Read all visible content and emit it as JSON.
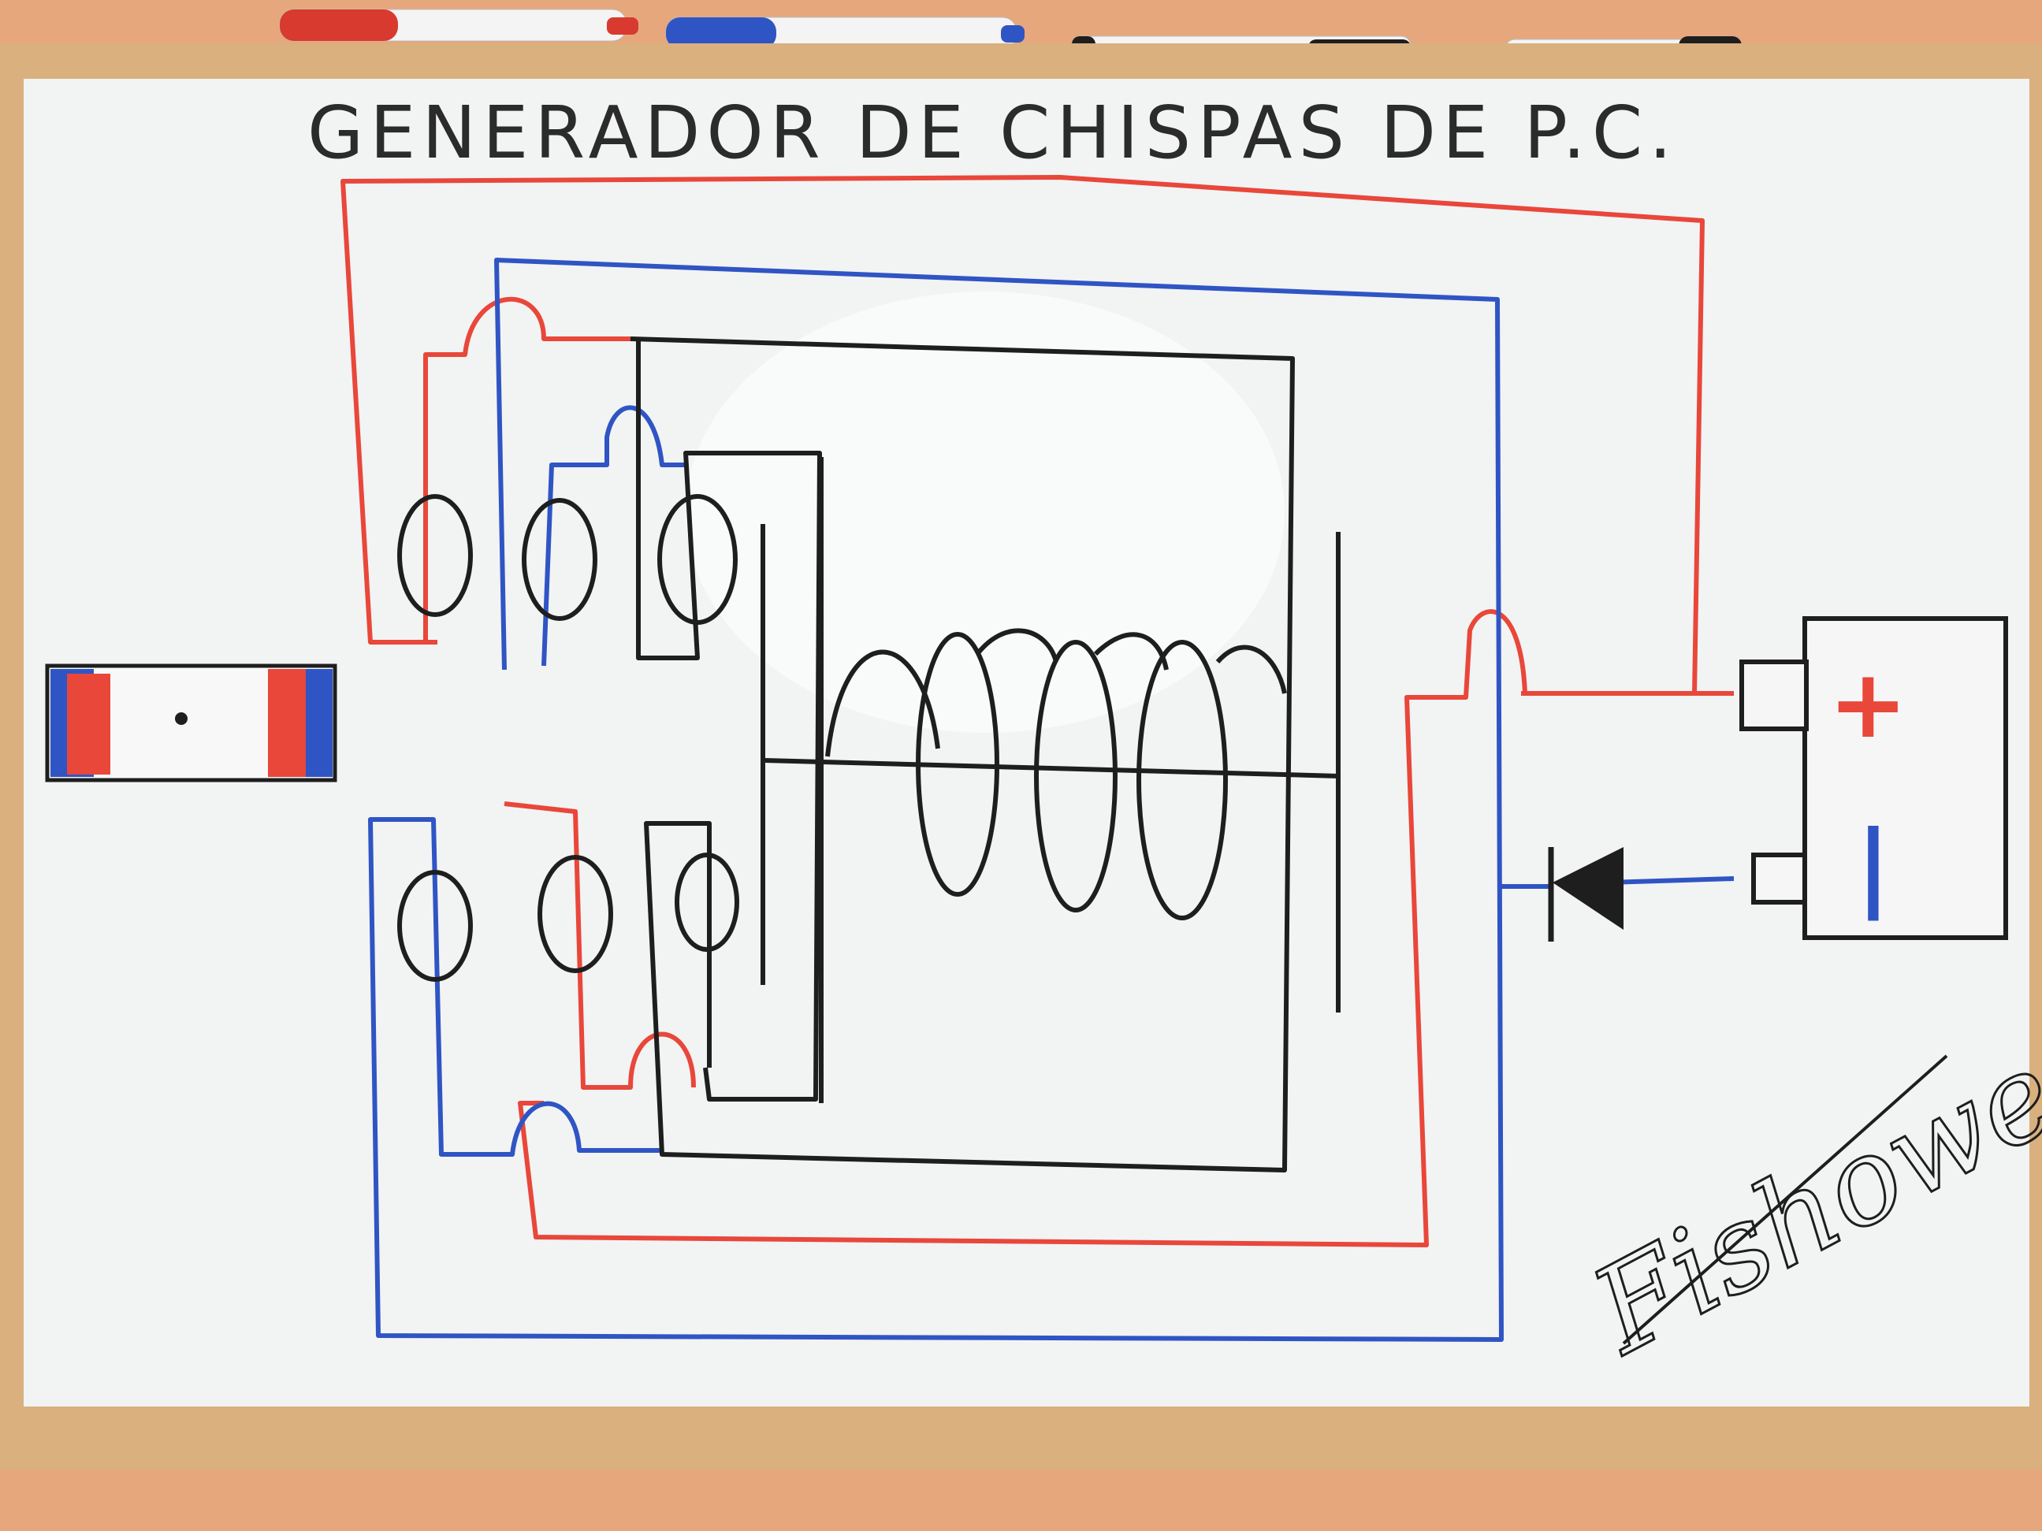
{
  "title": "GENERADOR DE CHISPAS DE P.C.",
  "signature": "Fishowen",
  "battery": {
    "positive_symbol": "+",
    "negative_symbol": "|"
  },
  "colors": {
    "board": "#f2f3f3",
    "frame": "#d9b07e",
    "wall": "#e7a77c",
    "red_wire": "#e8473a",
    "blue_wire": "#2f55c4",
    "black_ink": "#1e1e1e"
  },
  "markers": [
    {
      "cap": "red"
    },
    {
      "cap": "blue"
    },
    {
      "cap": "black"
    },
    {
      "cap": "black"
    }
  ]
}
